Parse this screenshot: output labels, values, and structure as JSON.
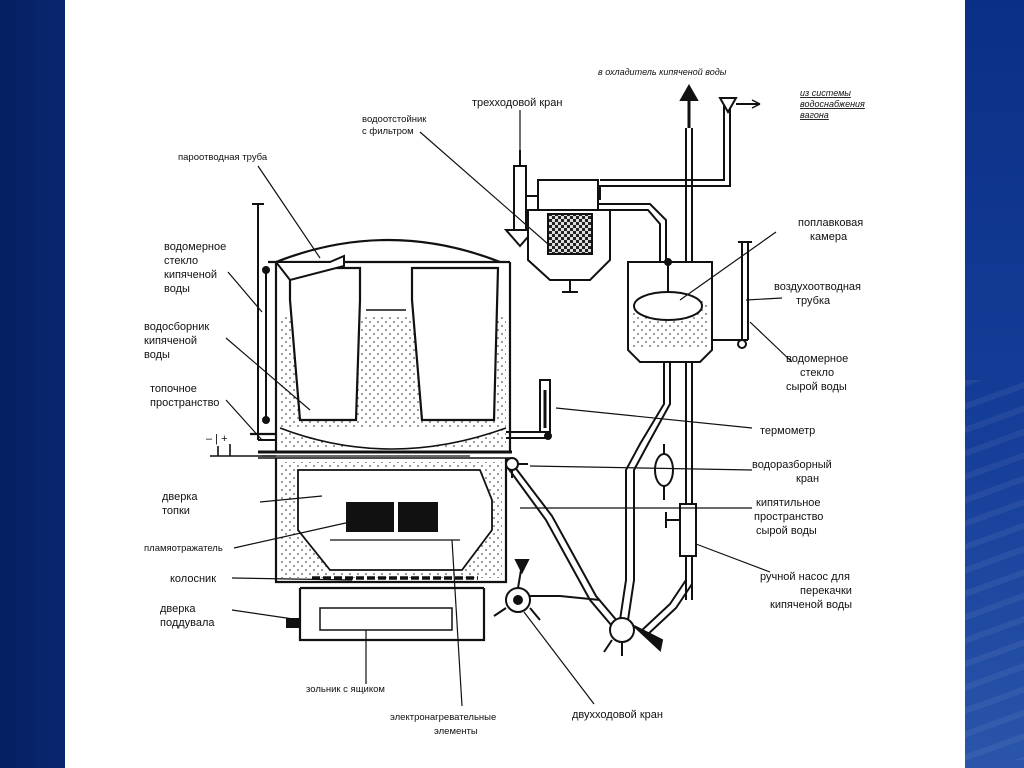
{
  "labels": {
    "cooler": "в охладитель кипяченой воды",
    "water_supply": [
      "из системы",
      "водоснабжения",
      "вагона"
    ],
    "three_way_valve": "трехходовой кран",
    "settler": [
      "водоотстойник",
      "с фильтром"
    ],
    "steam_pipe": "пароотводная труба",
    "gauge_boiled": [
      "водомерное",
      "стекло",
      "кипяченой",
      "воды"
    ],
    "collector": [
      "водосборник",
      "кипяченой",
      "воды"
    ],
    "firebox": [
      "топочное",
      "пространство"
    ],
    "polarity": "– | +",
    "furnace_door": [
      "дверка",
      "топки"
    ],
    "flame_reflector": "пламяотражатель",
    "grate": "колосник",
    "ash_door": [
      "дверка",
      "поддувала"
    ],
    "ash_pan": "зольник с ящиком",
    "heating_elements": [
      "электронагревательные",
      "элементы"
    ],
    "two_way_valve": "двухходовой кран",
    "float_chamber": [
      "поплавковая",
      "камера"
    ],
    "air_tube": [
      "воздухоотводная",
      "трубка"
    ],
    "gauge_raw": [
      "водомерное",
      "стекло",
      "сырой воды"
    ],
    "thermometer": "термометр",
    "tap": [
      "водоразборный",
      "кран"
    ],
    "boiling_space": [
      "кипятильное",
      "пространство",
      "сырой воды"
    ],
    "hand_pump": [
      "ручной насос для",
      "перекачки",
      "кипяченой воды"
    ]
  }
}
